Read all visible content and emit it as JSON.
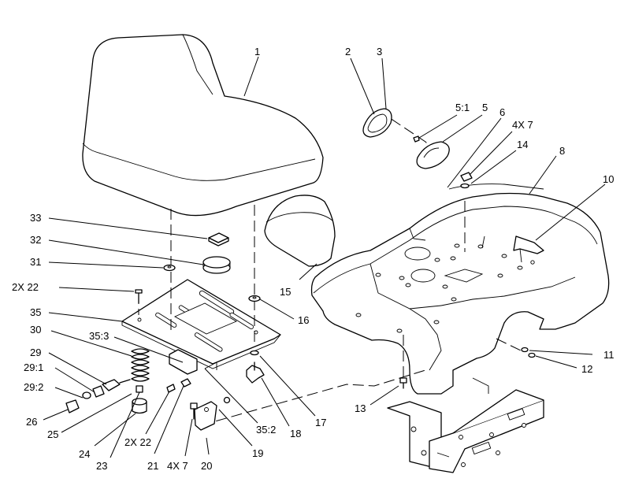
{
  "callouts": {
    "c1": "1",
    "c2": "2",
    "c3": "3",
    "c5_1": "5:1",
    "c5": "5",
    "c6": "6",
    "c4x7_top": "4X 7",
    "c14": "14",
    "c8": "8",
    "c10": "10",
    "c33": "33",
    "c32": "32",
    "c31": "31",
    "c2x22_left": "2X 22",
    "c35": "35",
    "c15": "15",
    "c16": "16",
    "c35_3": "35:3",
    "c30": "30",
    "c29": "29",
    "c29_1": "29:1",
    "c29_2": "29:2",
    "c26": "26",
    "c25": "25",
    "c24": "24",
    "c23": "23",
    "c2x22_bottom": "2X 22",
    "c21": "21",
    "c4x7_bottom": "4X 7",
    "c20": "20",
    "c19": "19",
    "c35_2": "35:2",
    "c18": "18",
    "c17": "17",
    "c13": "13",
    "c11": "11",
    "c12": "12"
  }
}
